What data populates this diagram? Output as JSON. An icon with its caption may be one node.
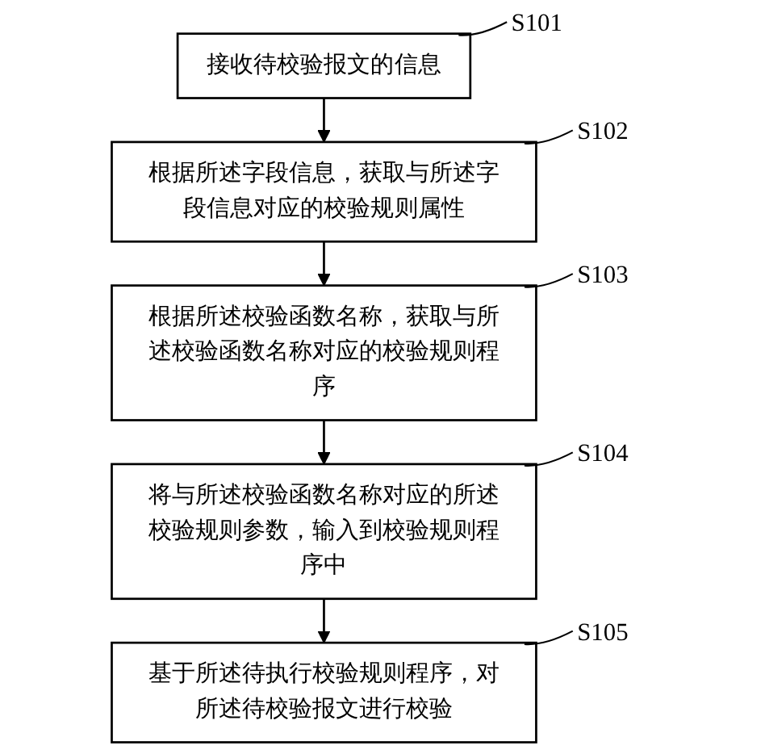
{
  "diagram": {
    "nodes": [
      {
        "text": [
          "接收待校验报文的信息"
        ]
      },
      {
        "text": [
          "S101"
        ]
      },
      {
        "text": [
          "根据所述字段信息，获取与所述字段信息对应的校验规则属性"
        ]
      },
      {
        "text": [
          "S102"
        ]
      },
      {
        "text": [
          "根据所述校验函数名称，获取与所述校验函数名称对应的校验规则程序"
        ]
      },
      {
        "text": [
          "S103"
        ]
      },
      {
        "text": [
          "将与所述校验函数名称对应的所述校验规则参数，输入到校验规则程序中"
        ]
      },
      {
        "text": [
          "S104"
        ]
      },
      {
        "text": [
          "基于所述待执行校验规则程序，对所述待校验报文进行校验"
        ]
      },
      {
        "text": [
          "S105"
        ]
      }
    ],
    "edges": [
      {
        "from": 1,
        "to": 0,
        "arrow": "none"
      },
      {
        "from": 0,
        "to": 2,
        "arrow": "to"
      },
      {
        "from": 3,
        "to": 2,
        "arrow": "none"
      },
      {
        "from": 2,
        "to": 4,
        "arrow": "to"
      },
      {
        "from": 5,
        "to": 4,
        "arrow": "none"
      },
      {
        "from": 4,
        "to": 6,
        "arrow": "to"
      },
      {
        "from": 7,
        "to": 6,
        "arrow": "none"
      },
      {
        "from": 6,
        "to": 8,
        "arrow": "to"
      },
      {
        "from": 9,
        "to": 8,
        "arrow": "none"
      }
    ]
  }
}
